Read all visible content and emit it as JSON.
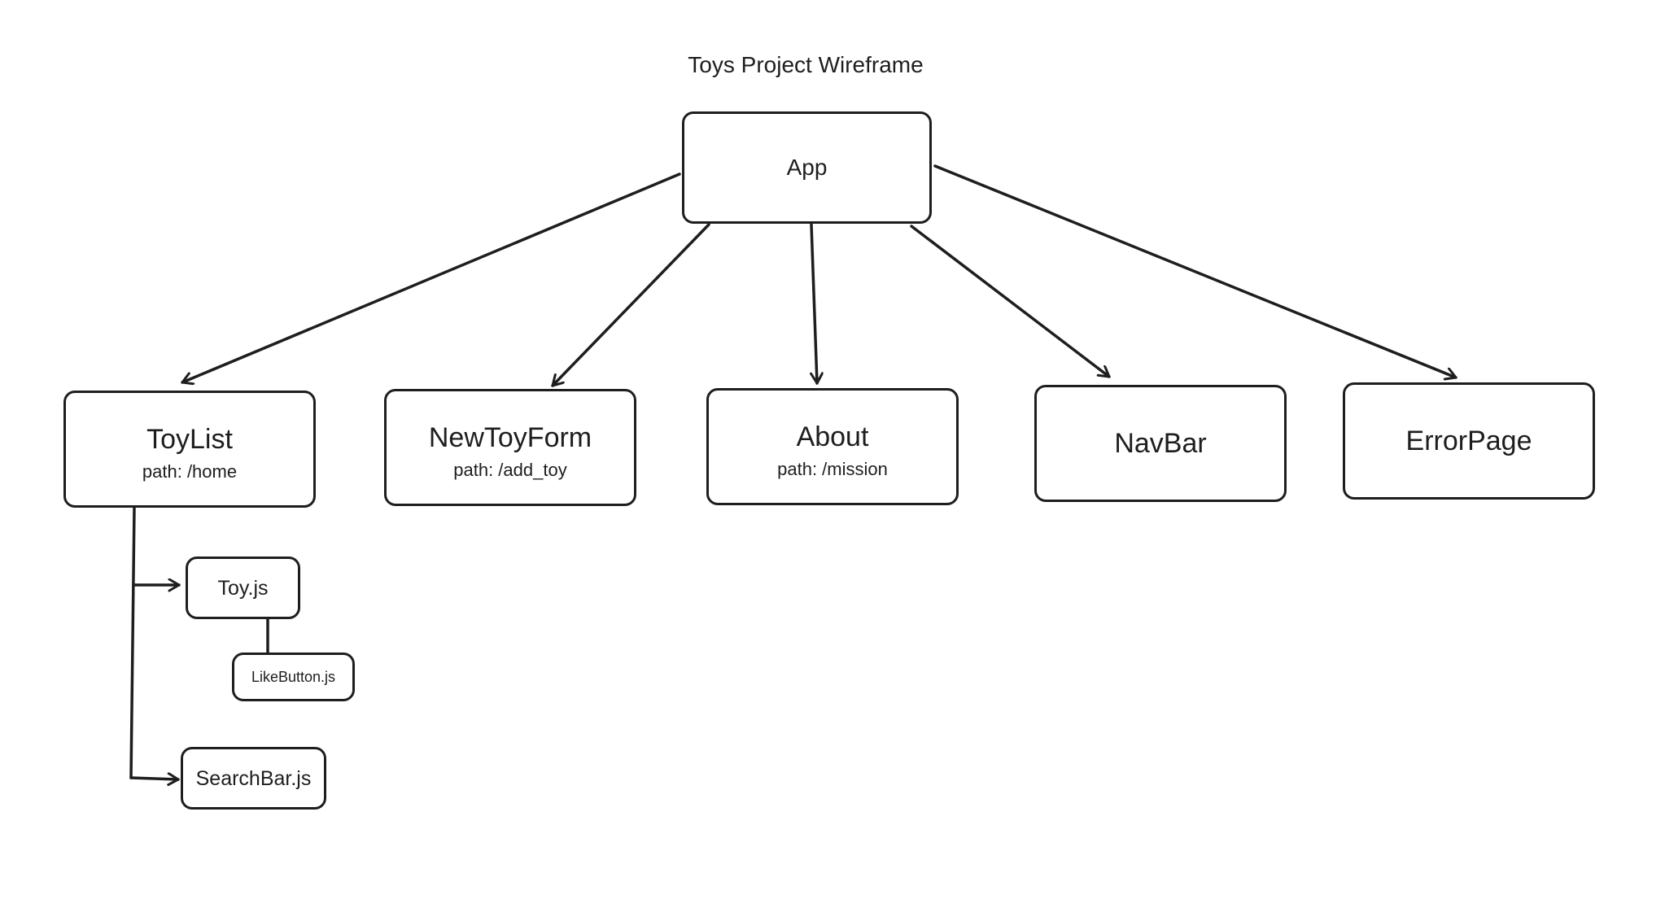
{
  "title": "Toys Project Wireframe",
  "nodes": {
    "app": {
      "label": "App"
    },
    "toylist": {
      "label": "ToyList",
      "path": "path: /home"
    },
    "newtoyform": {
      "label": "NewToyForm",
      "path": "path: /add_toy"
    },
    "about": {
      "label": "About",
      "path": "path: /mission"
    },
    "navbar": {
      "label": "NavBar"
    },
    "errorpage": {
      "label": "ErrorPage"
    },
    "toy": {
      "label": "Toy.js"
    },
    "likebutton": {
      "label": "LikeButton.js"
    },
    "searchbar": {
      "label": "SearchBar.js"
    }
  },
  "colors": {
    "stroke": "#1e1e1e",
    "background": "#ffffff"
  }
}
